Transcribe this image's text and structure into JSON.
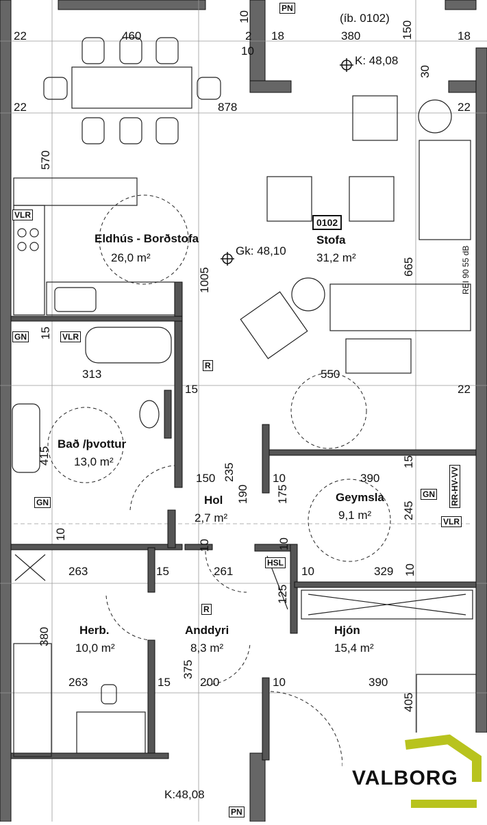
{
  "apartment_ref": "(íb. 0102)",
  "unit_number": "0102",
  "level_marks": {
    "k_top": "K: 48,08",
    "gk": "Gk: 48,10",
    "k_bottom": "K:48,08"
  },
  "rooms": {
    "kitchen": {
      "name": "Eldhús - Borðstofa",
      "area": "26,0 m²"
    },
    "living": {
      "name": "Stofa",
      "area": "31,2 m²"
    },
    "bath": {
      "name": "Bað /þvottur",
      "area": "13,0 m²"
    },
    "hall": {
      "name": "Hol",
      "area": "2,7 m²"
    },
    "storage": {
      "name": "Geymsla",
      "area": "9,1 m²"
    },
    "bedroom": {
      "name": "Herb.",
      "area": "10,0 m²"
    },
    "entry": {
      "name": "Anddyri",
      "area": "8,3 m²"
    },
    "master": {
      "name": "Hjón",
      "area": "15,4 m²"
    }
  },
  "tags": {
    "pn_top": "PN",
    "pn_bottom": "PN",
    "vlr_kitchen": "VLR",
    "gn_kitchen": "GN",
    "vlr_bath": "VLR",
    "r_living": "R",
    "gn_bath": "GN",
    "gn_storage": "GN",
    "vlr_storage": "VLR",
    "hsl": "HSL",
    "r_entry": "R",
    "rr_vv": "RR-HV-VV"
  },
  "wall_note": "REI 90 55 dB",
  "dimensions": {
    "d22a": "22",
    "d460": "460",
    "d2": "2",
    "d10a": "10",
    "d18a": "18",
    "d380a": "380",
    "d150a": "150",
    "d18b": "18",
    "d10b": "10",
    "d30": "30",
    "d22b": "22",
    "d878": "878",
    "d22c": "22",
    "d570": "570",
    "d1005": "1005",
    "d665": "665",
    "d15a": "15",
    "d313": "313",
    "d550": "550",
    "d15b": "15",
    "d22d": "22",
    "d415": "415",
    "d235": "235",
    "d150b": "150",
    "d10c": "10",
    "d390a": "390",
    "d15c": "15",
    "d190": "190",
    "d175": "175",
    "d245": "245",
    "d10d": "10",
    "d10e": "10",
    "d263a": "263",
    "d15d": "15",
    "d261": "261",
    "d10f": "10",
    "d10g": "10",
    "d329": "329",
    "d10h": "10",
    "d125": "125",
    "d380b": "380",
    "d375": "375",
    "d263b": "263",
    "d15e": "15",
    "d200": "200",
    "d10i": "10",
    "d390b": "390",
    "d405": "405"
  },
  "logo": {
    "text": "VALBORG",
    "accent": "#b8c31e",
    "ink": "#111111"
  },
  "colors": {
    "wall": "#555555",
    "line": "#222222",
    "grid": "#bbbbbb"
  }
}
